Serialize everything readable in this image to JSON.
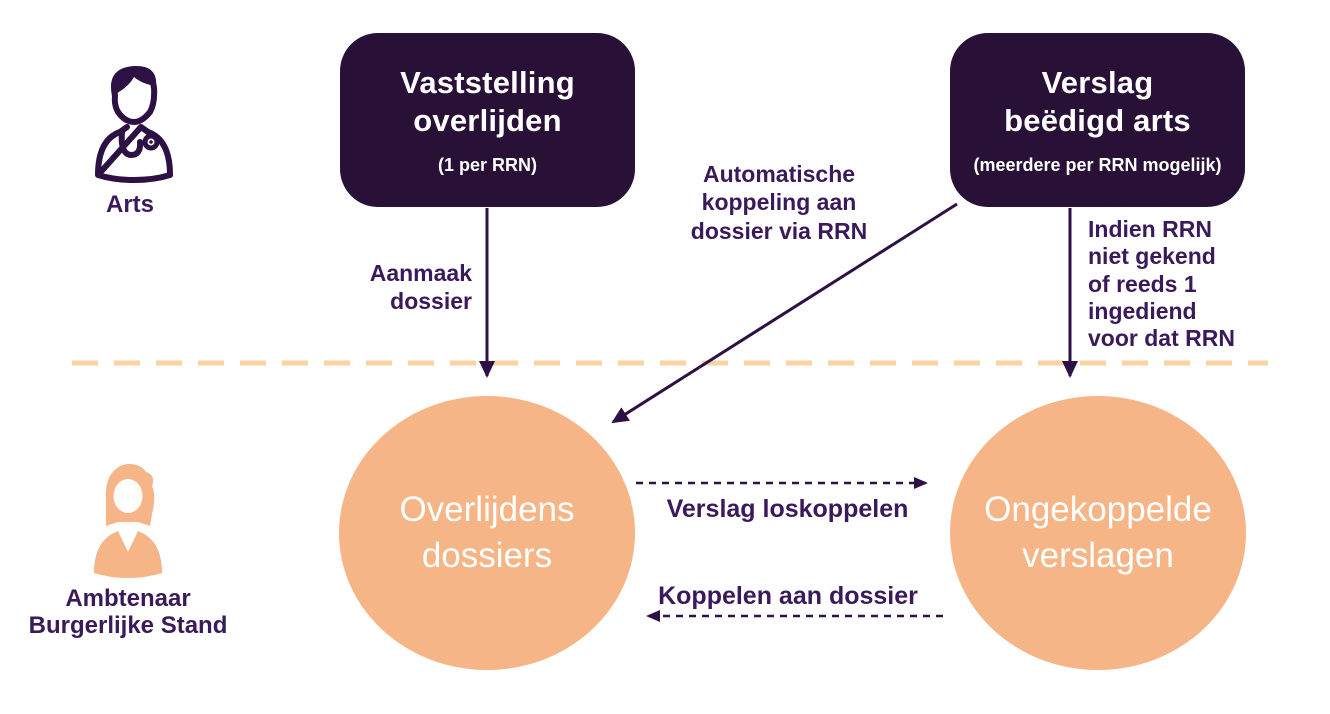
{
  "palette": {
    "box_bg": "#281037",
    "box_text": "#ffffff",
    "arrow": "#2d1144",
    "label_text": "#3a1a5b",
    "circle_bg": "#f6b586",
    "circle_text": "#ffffff",
    "separator": "#fbd3a3",
    "canvas_bg": "#ffffff"
  },
  "actors": {
    "doctor": {
      "label": "Arts",
      "icon": "doctor-icon"
    },
    "clerk": {
      "label": "Ambtenaar\nBurgerlijke Stand",
      "icon": "civil-servant-icon"
    }
  },
  "nodes": {
    "vaststelling_box": {
      "title": "Vaststelling\noverlijden",
      "subtitle": "(1 per RRN)"
    },
    "verslag_box": {
      "title": "Verslag\nbeëdigd arts",
      "subtitle": "(meerdere per RRN mogelijk)"
    },
    "dossiers_circle": {
      "label": "Overlijdens\ndossiers"
    },
    "verslagen_circle": {
      "label": "Ongekoppelde\nverslagen"
    }
  },
  "edges": {
    "aanmaak_dossier": {
      "label": "Aanmaak\ndossier",
      "from": "vaststelling_box",
      "to": "dossiers_circle",
      "style": "solid-arrow"
    },
    "automatische_koppeling": {
      "label": "Automatische\nkoppeling aan\ndossier via RRN",
      "from": "verslag_box",
      "to": "dossiers_circle",
      "style": "solid-arrow"
    },
    "indien_rrn": {
      "label": "Indien RRN\nniet gekend\nof reeds 1\ningediend\nvoor dat RRN",
      "from": "verslag_box",
      "to": "verslagen_circle",
      "style": "solid-arrow"
    },
    "verslag_loskoppelen": {
      "label": "Verslag loskoppelen",
      "from": "dossiers_circle",
      "to": "verslagen_circle",
      "style": "dashed-arrow"
    },
    "koppelen_aan_dossier": {
      "label": "Koppelen aan dossier",
      "from": "verslagen_circle",
      "to": "dossiers_circle",
      "style": "dashed-arrow"
    },
    "separator": {
      "style": "dashed-orange-line"
    }
  }
}
